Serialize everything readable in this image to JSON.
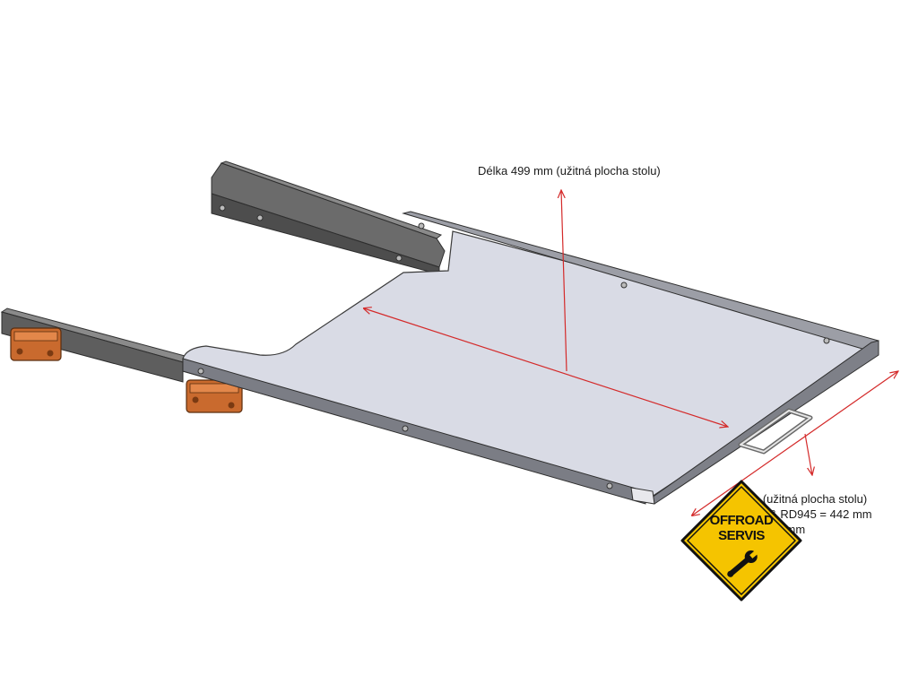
{
  "dimensions": {
    "length_label": "Délka 499 mm (užitná plocha stolu)",
    "width_label_line1": "a (užitná plocha stolu)",
    "width_label_line2": "55 & RD945 = 442 mm",
    "width_label_line3": "= 472 mm"
  },
  "logo": {
    "line1": "OFFROAD",
    "line2": "SERVIS",
    "icon": "wrench-icon",
    "colors": {
      "fill": "#f5c400",
      "border": "#111111"
    }
  },
  "colors": {
    "dimension_line": "#d42a2a",
    "tray_fill": "#d9dbe5",
    "rail": "#5a5a5a",
    "bracket": "#c96a2e"
  }
}
